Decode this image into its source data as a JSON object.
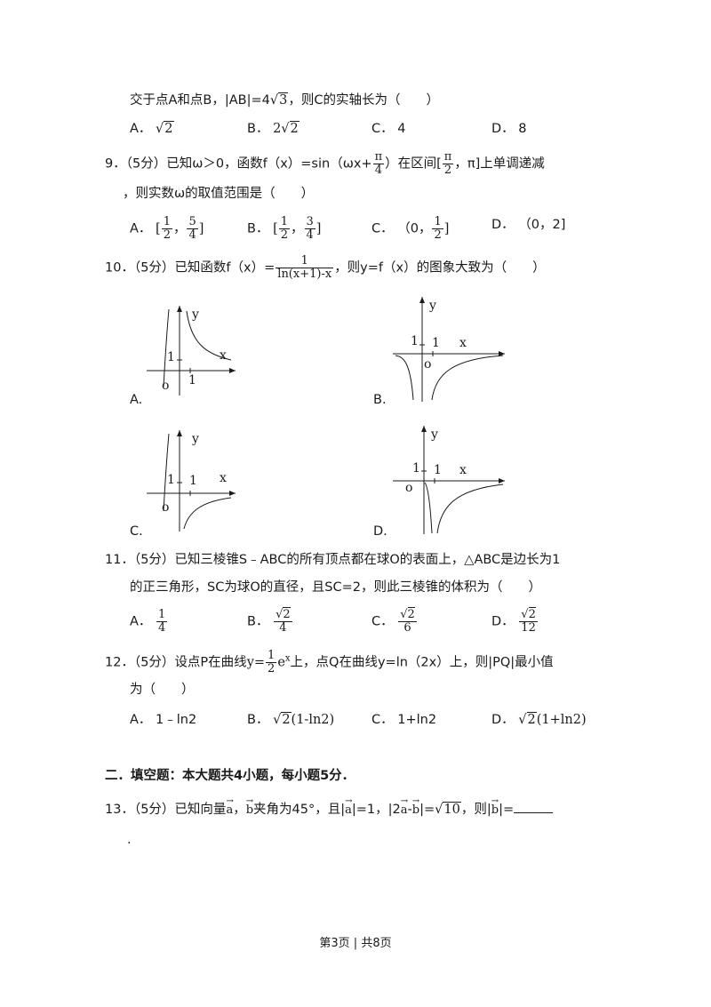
{
  "q8": {
    "stem_a": "交于点A和点B，",
    "stem_ab": "|AB|=4",
    "stem_ab_rad": "3",
    "stem_b": "，则C的实轴长为（　　）",
    "opts": {
      "a_letter": "A．",
      "a_rad": "2",
      "b_letter": "B．",
      "b_coef": "2",
      "b_rad": "2",
      "c_letter": "C．",
      "c_val": "4",
      "d_letter": "D．",
      "d_val": "8"
    }
  },
  "q9": {
    "num": "9．",
    "score": "（5分）",
    "s1": "已知ω＞0，函数f（x）=sin（ωx+",
    "pi": "π",
    "four": "4",
    "s2": "）在区间[",
    "two": "2",
    "s3": "，π]上单调递减",
    "line2": "，则实数ω的取值范围是（　　）",
    "opts": {
      "a_letter": "A．",
      "a_l": "[",
      "a_n1": "1",
      "a_d1": "2",
      "a_sep": "，",
      "a_n2": "5",
      "a_d2": "4",
      "a_r": "]",
      "b_letter": "B．",
      "b_l": "[",
      "b_n1": "1",
      "b_d1": "2",
      "b_sep": "，",
      "b_n2": "3",
      "b_d2": "4",
      "b_r": "]",
      "c_letter": "C．",
      "c_l": "（0，",
      "c_n": "1",
      "c_d": "2",
      "c_r": "]",
      "d_letter": "D．",
      "d_val": "（0，2]"
    }
  },
  "q10": {
    "num": "10．",
    "score": "（5分）",
    "s1": "已知函数f（x）=",
    "num_expr": "1",
    "den_expr": "ln(x+1)-x",
    "s2": "，则y=f（x）的图象大致为（　　）",
    "graph_labels": {
      "a": "A.",
      "b": "B.",
      "c": "C.",
      "d": "D."
    },
    "axis": {
      "x": "x",
      "y": "y",
      "o": "o",
      "one": "1"
    }
  },
  "q11": {
    "num": "11．",
    "score": "（5分）",
    "s1": "已知三棱锥S﹣ABC的所有顶点都在球O的表面上，△ABC是边长为1",
    "line2": "的正三角形，SC为球O的直径，且SC=2，则此三棱锥的体积为（　　）",
    "opts": {
      "a_letter": "A．",
      "a_n": "1",
      "a_d": "4",
      "b_letter": "B．",
      "b_rad": "2",
      "b_d": "4",
      "c_letter": "C．",
      "c_rad": "2",
      "c_d": "6",
      "d_letter": "D．",
      "d_rad": "2",
      "d_d": "12"
    }
  },
  "q12": {
    "num": "12．",
    "score": "（5分）",
    "s1": "设点P在曲线",
    "y_eq": "y=",
    "half_n": "1",
    "half_d": "2",
    "ex": "e",
    "ex_sup": "x",
    "s2": "上，点Q在曲线y=ln（2x）上，则|PQ|最小值",
    "line2": "为（　　）",
    "opts": {
      "a_letter": "A．",
      "a_val": "1﹣ln2",
      "b_letter": "B．",
      "b_rad": "2",
      "b_tail": "(1-ln2)",
      "c_letter": "C．",
      "c_val": "1+ln2",
      "d_letter": "D．",
      "d_rad": "2",
      "d_tail": "(1+ln2)"
    }
  },
  "section2": {
    "title": "二．填空题：本大题共4小题，每小题5分．"
  },
  "q13": {
    "num": "13．",
    "score": "（5分）",
    "s1": "已知向量",
    "va": "a",
    "comma": "，",
    "vb": "b",
    "s2": "夹角为45°，且",
    "abs_a_l": "|",
    "abs_a_r": "|=1，",
    "abs2_l": "|2",
    "minus": "-",
    "abs2_r": "|=",
    "rad10": "10",
    "s3": "，则",
    "abs_b_l": "|",
    "abs_b_r": "|=",
    "period": "."
  },
  "footer": {
    "text": "第3页 | 共8页"
  }
}
